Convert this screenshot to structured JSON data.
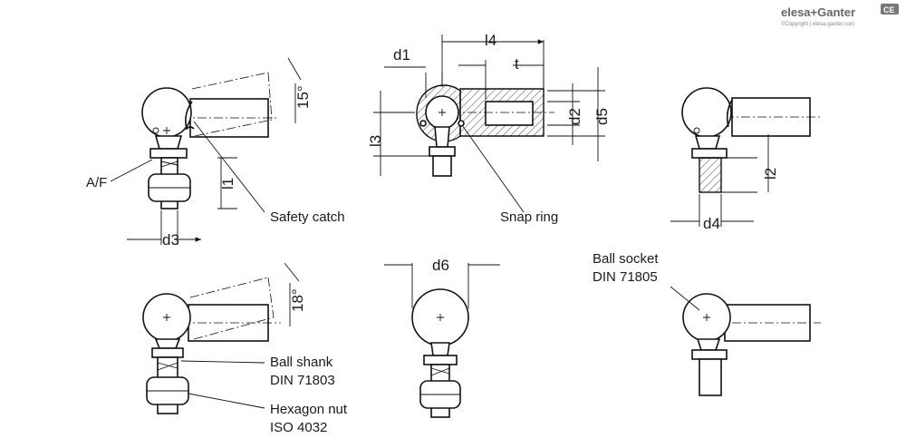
{
  "brand": {
    "logo_text": "elesa+Ganter",
    "copyright": "©Copyright | elesa-ganter.com",
    "badge": "CE"
  },
  "dimensions": {
    "l4": "l4",
    "t": "t",
    "d1": "d1",
    "d2": "d2",
    "d5": "d5",
    "l3": "l3",
    "l1": "l1",
    "d3": "d3",
    "l2": "l2",
    "d4": "d4",
    "d6": "d6",
    "angle_15": "15°",
    "angle_18": "18°"
  },
  "labels": {
    "af": "A/F",
    "safety_catch": "Safety catch",
    "snap_ring": "Snap ring",
    "ball_shank_1": "Ball shank",
    "ball_shank_2": "DIN 71803",
    "hex_nut_1": "Hexagon nut",
    "hex_nut_2": "ISO 4032",
    "ball_socket_1": "Ball socket",
    "ball_socket_2": "DIN 71805"
  }
}
